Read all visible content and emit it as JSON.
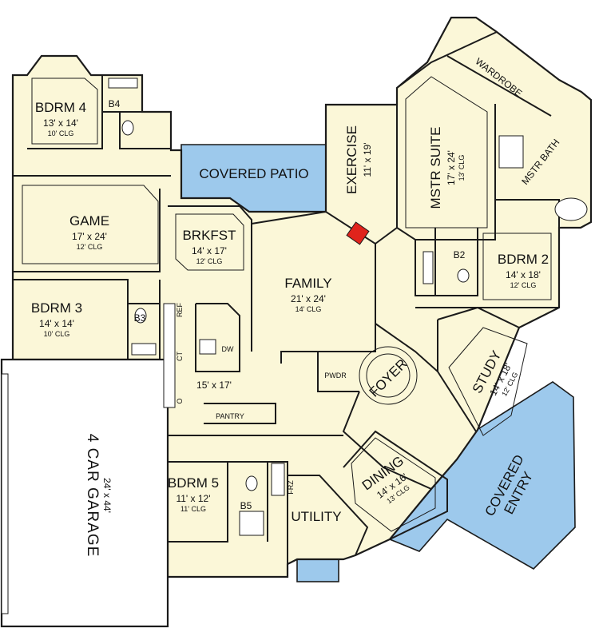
{
  "rooms": {
    "bdrm4": {
      "name": "BDRM 4",
      "dims": "13' x 14'",
      "ceiling": "10' CLG"
    },
    "b4": {
      "name": "B4"
    },
    "covered_patio": {
      "name": "COVERED PATIO"
    },
    "exercise": {
      "name": "EXERCISE",
      "dims": "11' x 19'"
    },
    "mstr_suite": {
      "name": "MSTR SUITE",
      "dims": "17' x 24'",
      "ceiling": "13' CLG"
    },
    "wardrobe": {
      "name": "WARDROBE"
    },
    "mstr_bath": {
      "name": "MSTR BATH"
    },
    "game": {
      "name": "GAME",
      "dims": "17' x 24'",
      "ceiling": "12' CLG"
    },
    "brkfst": {
      "name": "BRKFST",
      "dims": "14' x 17'",
      "ceiling": "12' CLG"
    },
    "family": {
      "name": "FAMILY",
      "dims": "21' x 24'",
      "ceiling": "14' CLG"
    },
    "b2": {
      "name": "B2"
    },
    "bdrm2": {
      "name": "BDRM 2",
      "dims": "14' x 18'",
      "ceiling": "12' CLG"
    },
    "bdrm3": {
      "name": "BDRM 3",
      "dims": "14' x 14'",
      "ceiling": "10' CLG"
    },
    "b3": {
      "name": "B3"
    },
    "kitchen": {
      "dims": "15' x 17'"
    },
    "pwdr": {
      "name": "PWDR"
    },
    "foyer": {
      "name": "FOYER"
    },
    "study": {
      "name": "STUDY",
      "dims": "14' x 18'",
      "ceiling": "12' CLG"
    },
    "pantry": {
      "name": "PANTRY"
    },
    "garage": {
      "name": "4 CAR GARAGE",
      "dims": "24' x 44'"
    },
    "bdrm5": {
      "name": "BDRM 5",
      "dims": "11' x 12'",
      "ceiling": "11' CLG"
    },
    "b5": {
      "name": "B5"
    },
    "utility": {
      "name": "UTILITY"
    },
    "dining": {
      "name": "DINING",
      "dims": "14' x 16'",
      "ceiling": "13' CLG"
    },
    "covered_entry": {
      "line1": "COVERED",
      "line2": "ENTRY"
    }
  },
  "fixtures": {
    "ref": "REF",
    "ct": "CT",
    "dw": "DW",
    "o": "O",
    "frz": "FRZ"
  },
  "colors": {
    "floor": "#fbf7d8",
    "patio": "#9dc9ec",
    "fireplace": "#e0231c",
    "wall": "#1b1b1b"
  }
}
